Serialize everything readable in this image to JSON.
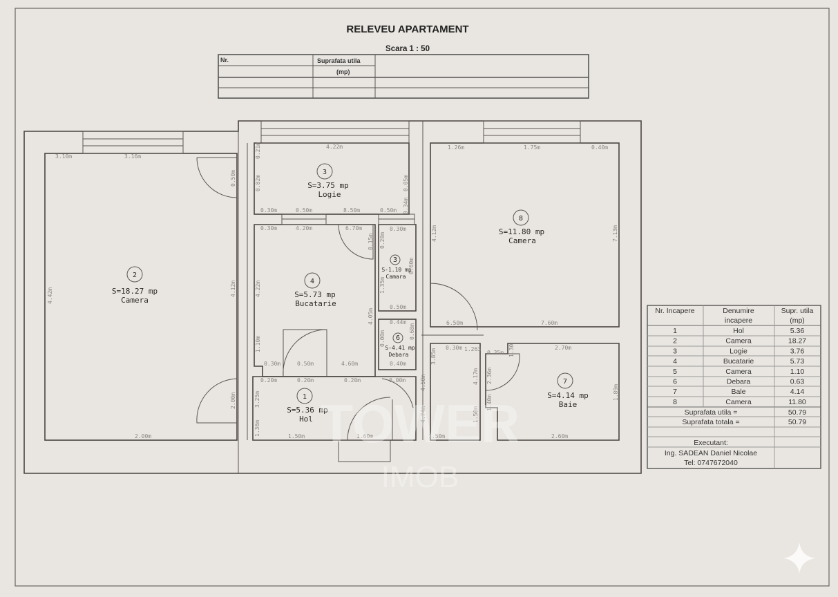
{
  "title": "RELEVEU APARTAMENT",
  "scale": "Scara 1 : 50",
  "top_table": {
    "col_nr": "Nr.",
    "col_area": "Suprafata utila",
    "col_area_unit": "(mp)"
  },
  "rooms": [
    {
      "nr": "2",
      "area": "S=18.27 mp",
      "name": "Camera"
    },
    {
      "nr": "3",
      "area": "S=3.75 mp",
      "name": "Logie"
    },
    {
      "nr": "4",
      "area": "S=5.73 mp",
      "name": "Bucatarie"
    },
    {
      "nr": "3",
      "area": "S-1.10 mp",
      "name": "Camara"
    },
    {
      "nr": "6",
      "area": "S-4.41 mp",
      "name": "Debara"
    },
    {
      "nr": "1",
      "area": "S=5.36 mp",
      "name": "Hol"
    },
    {
      "nr": "8",
      "area": "S=11.80 mp",
      "name": "Camera"
    },
    {
      "nr": "7",
      "area": "S=4.14 mp",
      "name": "Baie"
    }
  ],
  "dims": [
    "3.10m",
    "3.16m",
    "0.50m",
    "4.42m",
    "4.12m",
    "2.00m",
    "2.00m",
    "4.22m",
    "0.21m",
    "0.82m",
    "0.05m",
    "0.34m",
    "0.30m",
    "0.50m",
    "8.50m",
    "0.50m",
    "0.30m",
    "4.20m",
    "6.70m",
    "0.15m",
    "4.22m",
    "4.05m",
    "1.10m",
    "0.30m",
    "0.50m",
    "4.60m",
    "0.30m",
    "0.20m",
    "0.60m",
    "1.35m",
    "0.50m",
    "0.44m",
    "0.68m",
    "0.00m",
    "0.40m",
    "0.20m",
    "0.20m",
    "0.20m",
    "0.00m",
    "3.25m",
    "1.36m",
    "1.50m",
    "1.60m",
    "4.58m",
    "1.26m",
    "1.75m",
    "0.40m",
    "4.12m",
    "7.13m",
    "6.50m",
    "7.60m",
    "0.30m",
    "1.263",
    "3.85m",
    "4.74m",
    "4.17m",
    "1.50m",
    "1.50m",
    "0.35m",
    "1.30",
    "2.70m",
    "2.36m",
    "1.40m",
    "1.89m",
    "2.60m"
  ],
  "summary_table": {
    "headers": [
      "Nr. Incapere",
      "Denumire",
      "incapere",
      "Supr. utila",
      "(mp)"
    ],
    "rows": [
      {
        "nr": "1",
        "name": "Hol",
        "area": "5.36"
      },
      {
        "nr": "2",
        "name": "Camera",
        "area": "18.27"
      },
      {
        "nr": "3",
        "name": "Logie",
        "area": "3.76"
      },
      {
        "nr": "4",
        "name": "Bucatarie",
        "area": "5.73"
      },
      {
        "nr": "5",
        "name": "Camera",
        "area": "1.10"
      },
      {
        "nr": "6",
        "name": "Debara",
        "area": "0.63"
      },
      {
        "nr": "7",
        "name": "Bale",
        "area": "4.14"
      },
      {
        "nr": "8",
        "name": "Camera",
        "area": "11.80"
      }
    ],
    "util_label": "Suprafata utila =",
    "util_value": "50.79",
    "total_label": "Suprafata totala =",
    "total_value": "50.79",
    "executant_label": "Executant:",
    "executant_name": "Ing. SADEAN Daniel Nicolae",
    "executant_phone": "Tel: 0747672040"
  },
  "watermark": {
    "line1": "TOWER",
    "line2": "IMOB"
  }
}
